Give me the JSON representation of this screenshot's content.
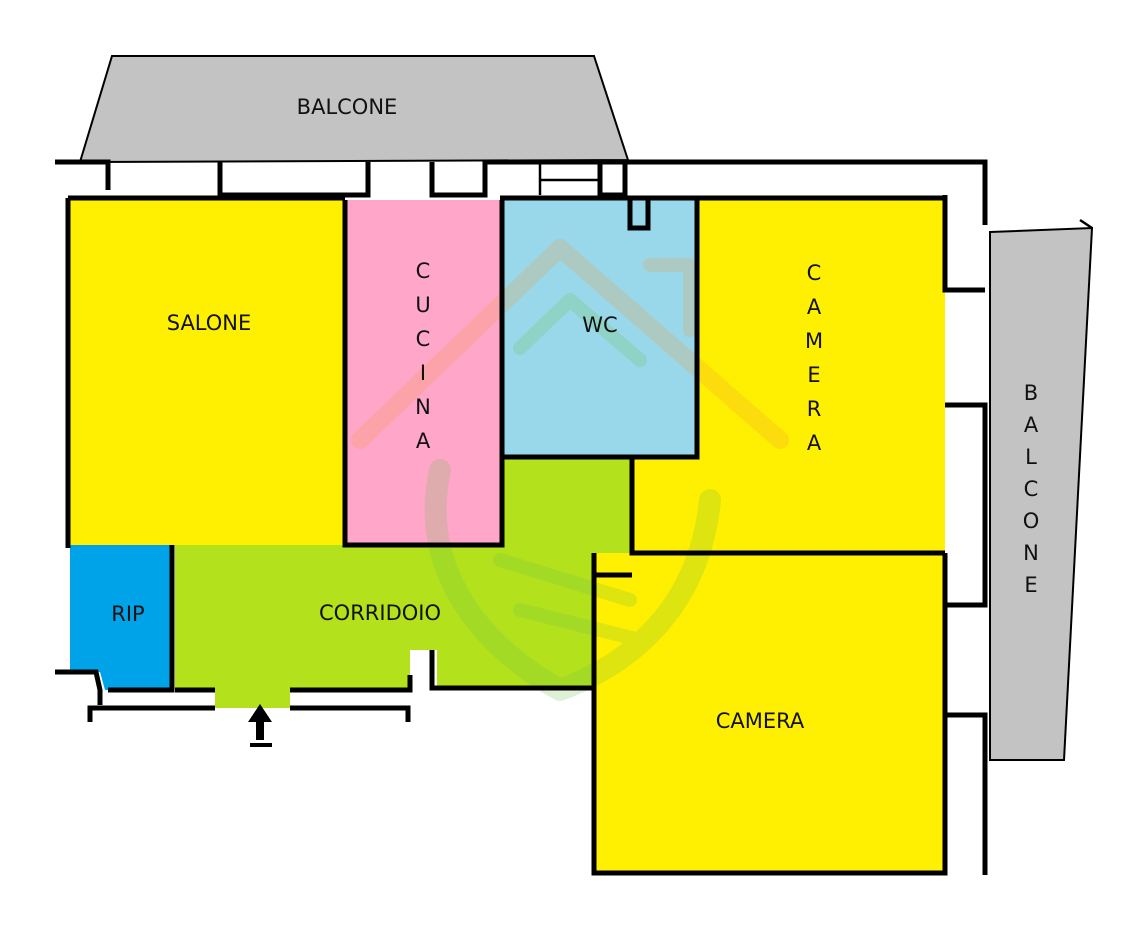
{
  "colors": {
    "yellow": "#ffef00",
    "pink": "#ffa6c9",
    "light_blue": "#99d8ea",
    "green": "#b3e11c",
    "blue": "#00a2e8",
    "gray": "#c3c3c3",
    "wall": "#000000"
  },
  "rooms": {
    "balcone_top": "BALCONE",
    "salone": "SALONE",
    "cucina": "CUCINA",
    "wc": "WC",
    "camera_upper": "CAMERA",
    "balcone_right": "BALCONE",
    "rip": "RIP",
    "corridoio": "CORRIDOIO",
    "camera_lower": "CAMERA"
  },
  "icons": {
    "entrance": "up-arrow-icon",
    "watermark": "house-logo-watermark"
  }
}
